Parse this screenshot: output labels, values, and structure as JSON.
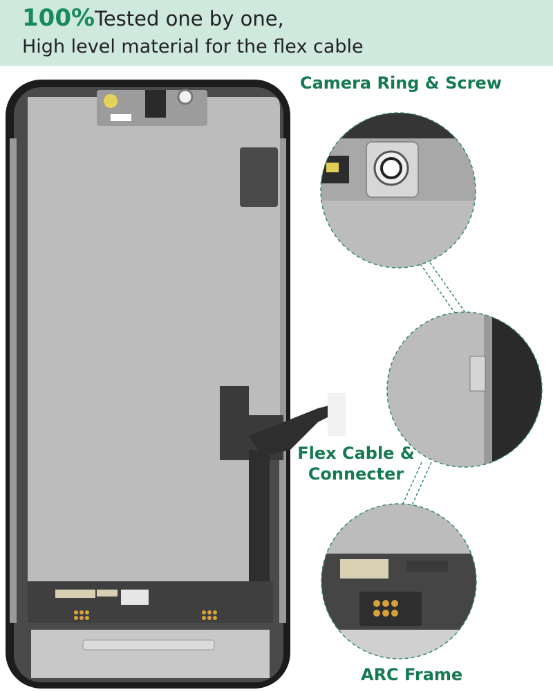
{
  "banner": {
    "percent": "100%",
    "line1_rest": "Tested one by one,",
    "line2": "High level material for the flex cable"
  },
  "callouts": {
    "camera": "Camera Ring & Screw",
    "flex_line1": "Flex Cable &",
    "flex_line2": "Connecter",
    "arc": "ARC Frame"
  },
  "colors": {
    "banner_bg": "#cfe9df",
    "accent_green": "#157a52"
  }
}
